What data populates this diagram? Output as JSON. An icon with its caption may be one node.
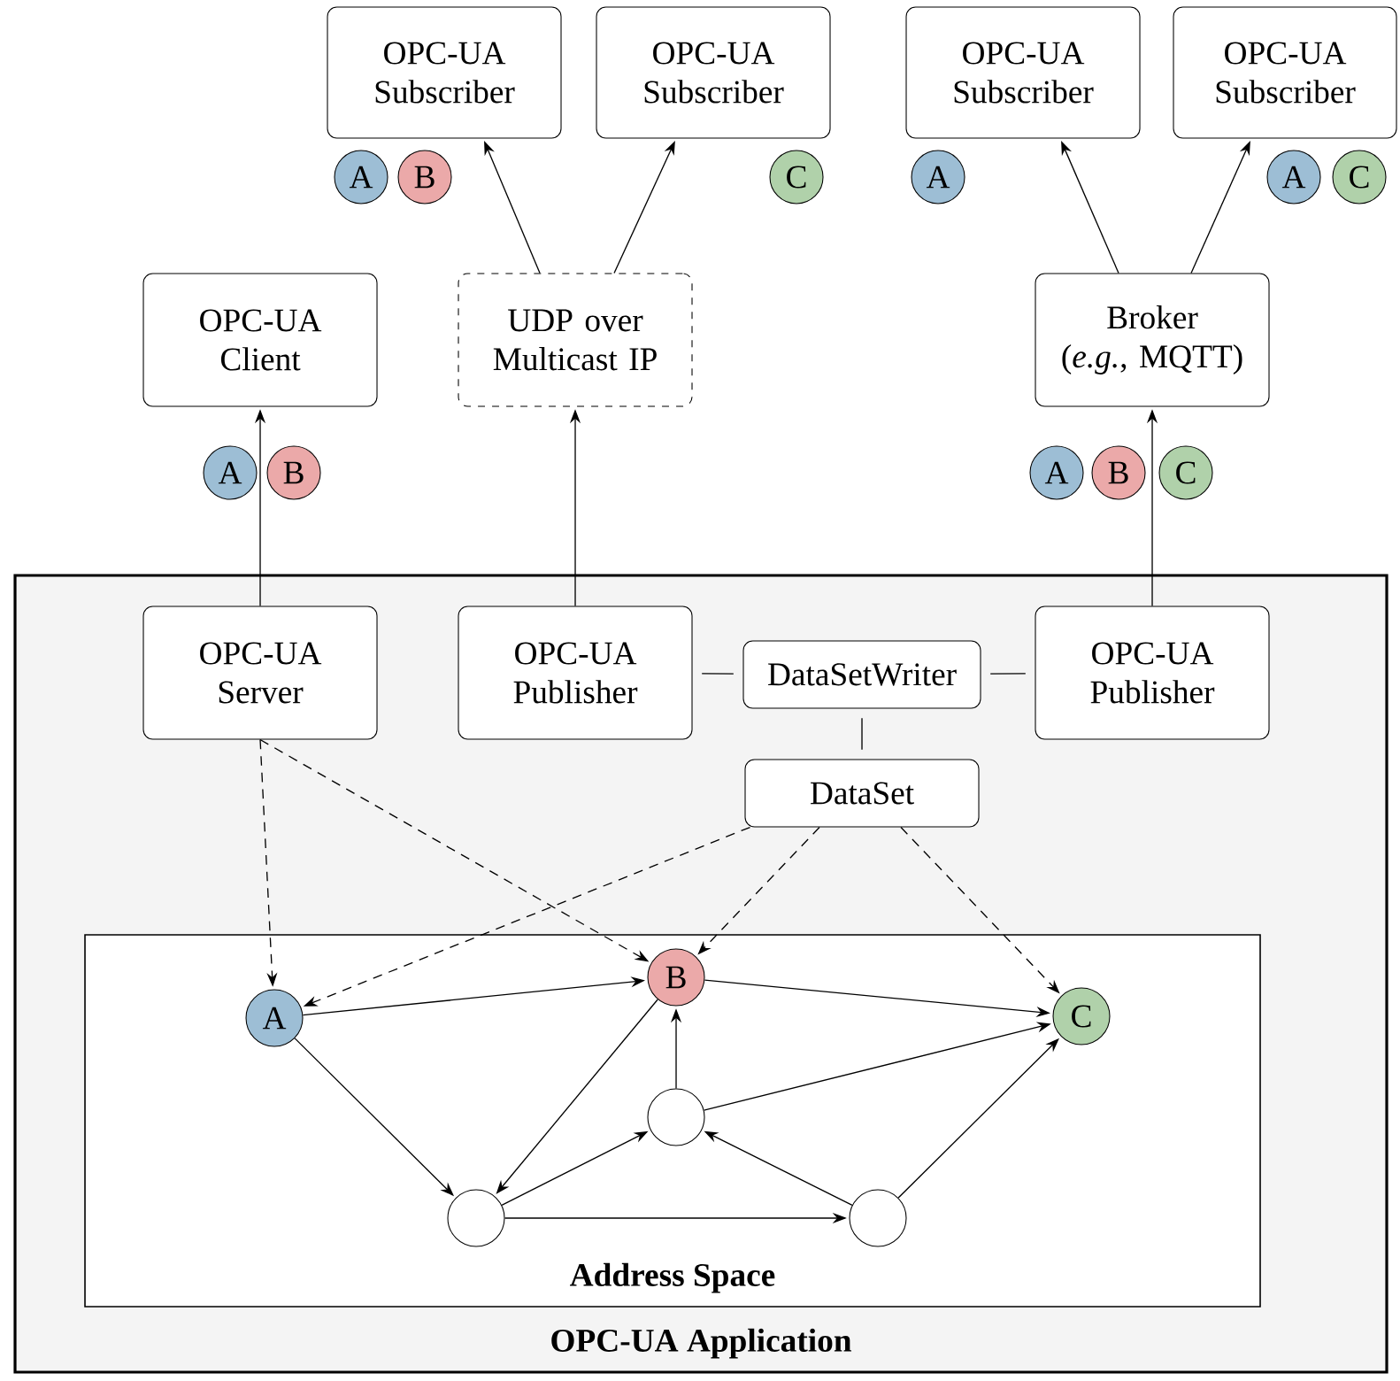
{
  "diagram": {
    "nodes": [
      {
        "text": [
          "OPC-UA Subscriber"
        ]
      },
      {
        "text": [
          "OPC-UA Subscriber"
        ]
      },
      {
        "text": [
          "OPC-UA Subscriber"
        ]
      },
      {
        "text": [
          "OPC-UA Subscriber"
        ]
      },
      {
        "text": [
          "A"
        ]
      },
      {
        "text": [
          "B"
        ]
      },
      {
        "text": [
          "C"
        ]
      },
      {
        "text": [
          "A"
        ]
      },
      {
        "text": [
          "A"
        ]
      },
      {
        "text": [
          "C"
        ]
      },
      {
        "text": [
          "OPC-UA Client"
        ]
      },
      {
        "text": [
          "UDP over Multicast IP"
        ]
      },
      {
        "text": [
          "Broker",
          "(*e.g.*, MQTT)"
        ]
      },
      {
        "text": [
          "A"
        ]
      },
      {
        "text": [
          "B"
        ]
      },
      {
        "text": [
          "A"
        ]
      },
      {
        "text": [
          "B"
        ]
      },
      {
        "text": [
          "C"
        ]
      },
      {
        "text": [
          "OPC-UA Application"
        ]
      },
      {
        "text": [
          "OPC-UA Server"
        ],
        "in": 18
      },
      {
        "text": [
          "OPC-UA Publisher"
        ],
        "in": 18
      },
      {
        "text": [
          "DataSetWriter"
        ],
        "in": 18
      },
      {
        "text": [
          "OPC-UA Publisher"
        ],
        "in": 18
      },
      {
        "text": [
          "DataSet"
        ],
        "in": 18
      },
      {
        "text": [
          "Address Space"
        ],
        "in": 18
      },
      {
        "text": [
          "A"
        ],
        "in": 24
      },
      {
        "text": [
          "B"
        ],
        "in": 24
      },
      {
        "text": [
          "C"
        ],
        "in": 24
      },
      {
        "text": [],
        "shape": "circle",
        "in": 24
      },
      {
        "text": [],
        "shape": "circle",
        "in": 24
      },
      {
        "text": [],
        "shape": "circle",
        "in": 24
      }
    ],
    "edges": [
      {
        "from": 19,
        "to": 10,
        "arrow": "to"
      },
      {
        "from": 20,
        "to": 11,
        "arrow": "to"
      },
      {
        "from": 22,
        "to": 12,
        "arrow": "to"
      },
      {
        "from": 11,
        "to": 0,
        "arrow": "to"
      },
      {
        "from": 11,
        "to": 1,
        "arrow": "to"
      },
      {
        "from": 12,
        "to": 2,
        "arrow": "to"
      },
      {
        "from": 12,
        "to": 3,
        "arrow": "to"
      },
      {
        "from": 20,
        "to": 21,
        "arrow": "none"
      },
      {
        "from": 21,
        "to": 22,
        "arrow": "none"
      },
      {
        "from": 21,
        "to": 23,
        "arrow": "none"
      },
      {
        "from": 19,
        "to": 25,
        "arrow": "to",
        "style": "dashed"
      },
      {
        "from": 19,
        "to": 26,
        "arrow": "to",
        "style": "dashed"
      },
      {
        "from": 23,
        "to": 25,
        "arrow": "to",
        "style": "dashed"
      },
      {
        "from": 23,
        "to": 26,
        "arrow": "to",
        "style": "dashed"
      },
      {
        "from": 23,
        "to": 27,
        "arrow": "to",
        "style": "dashed"
      },
      {
        "from": 25,
        "to": 26,
        "arrow": "to"
      },
      {
        "from": 26,
        "to": 27,
        "arrow": "to"
      },
      {
        "from": 25,
        "to": 29,
        "arrow": "to"
      },
      {
        "from": 26,
        "to": 29,
        "arrow": "to"
      },
      {
        "from": 29,
        "to": 28,
        "arrow": "to"
      },
      {
        "from": 29,
        "to": 30,
        "arrow": "to"
      },
      {
        "from": 30,
        "to": 28,
        "arrow": "to"
      },
      {
        "from": 28,
        "to": 26,
        "arrow": "to"
      },
      {
        "from": 28,
        "to": 27,
        "arrow": "to"
      },
      {
        "from": 30,
        "to": 27,
        "arrow": "to"
      }
    ]
  }
}
